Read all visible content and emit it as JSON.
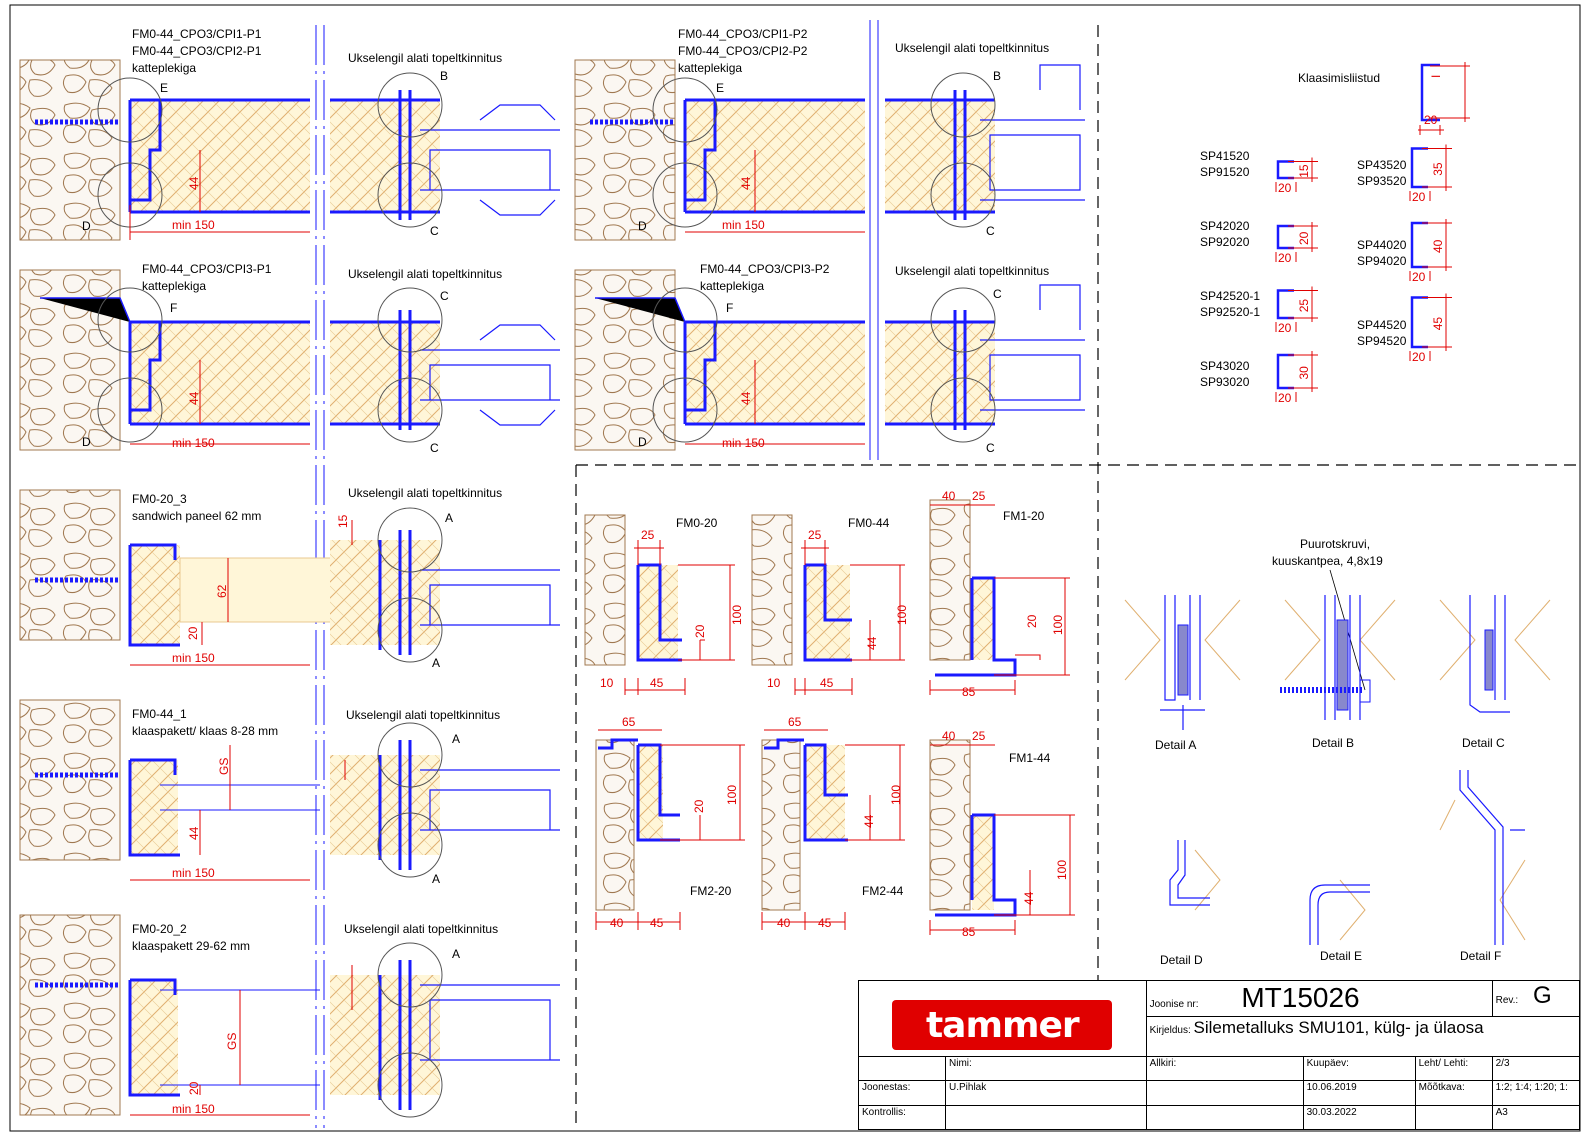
{
  "sections": {
    "p1_title": [
      "FM0-44_CPO3/CPI1-P1",
      "FM0-44_CPO3/CPI2-P1",
      "katteplekiga"
    ],
    "p2_title": [
      "FM0-44_CPO3/CPI1-P2",
      "FM0-44_CPO3/CPI2-P2",
      "katteplekiga"
    ],
    "p3_title": [
      "FM0-44_CPO3/CPI3-P1",
      "katteplekiga"
    ],
    "p4_title": [
      "FM0-44_CPO3/CPI3-P2",
      "katteplekiga"
    ],
    "p5_title": [
      "FM0-20_3",
      "sandwich paneel 62 mm"
    ],
    "p6_title": [
      "FM0-44_1",
      "klaaspakett/ klaas 8-28 mm"
    ],
    "p7_title": [
      "FM0-20_2",
      "klaaspakett 29-62 mm"
    ],
    "door_note": "Ukselengil alati topeltkinnitus",
    "min_dim": "min 150"
  },
  "circle_labels": {
    "B": "B",
    "C": "C",
    "D": "D",
    "E": "E",
    "F": "F",
    "A": "A"
  },
  "dims": {
    "d44": "44",
    "d62": "62",
    "d20": "20",
    "d15": "15",
    "gs": "GS"
  },
  "klaasimisliistud": {
    "title": "Klaasimisliistud",
    "left": [
      {
        "codes": [
          "SP41520",
          "SP91520"
        ],
        "h": "15",
        "w": "20"
      },
      {
        "codes": [
          "SP42020",
          "SP92020"
        ],
        "h": "20",
        "w": "20"
      },
      {
        "codes": [
          "SP42520-1",
          "SP92520-1"
        ],
        "h": "25",
        "w": "20"
      },
      {
        "codes": [
          "SP43020",
          "SP93020"
        ],
        "h": "30",
        "w": "20"
      }
    ],
    "right": [
      {
        "codes": [
          "SP43520",
          "SP93520"
        ],
        "h": "35",
        "w": "20"
      },
      {
        "codes": [
          "SP44020",
          "SP94020"
        ],
        "h": "40",
        "w": "20"
      },
      {
        "codes": [
          "SP44520",
          "SP94520"
        ],
        "h": "45",
        "w": "20"
      }
    ],
    "top_dims": {
      "h": "I",
      "w": "20"
    }
  },
  "profiles": {
    "fm0_20": {
      "name": "FM0-20",
      "d25": "25",
      "d100": "100",
      "d20": "20",
      "d10": "10",
      "d45": "45"
    },
    "fm0_44": {
      "name": "FM0-44",
      "d25": "25",
      "d100": "100",
      "d44": "44",
      "d10": "10",
      "d45": "45"
    },
    "fm1_20": {
      "name": "FM1-20",
      "d40": "40",
      "d25": "25",
      "d20": "20",
      "d100": "100",
      "d85": "85"
    },
    "fm2_20": {
      "name": "FM2-20",
      "d65": "65",
      "d100": "100",
      "d20": "20",
      "d40": "40",
      "d45": "45"
    },
    "fm2_44": {
      "name": "FM2-44",
      "d65": "65",
      "d100": "100",
      "d44": "44",
      "d40": "40",
      "d45": "45"
    },
    "fm1_44": {
      "name": "FM1-44",
      "d40": "40",
      "d25": "25",
      "d100": "100",
      "d44": "44",
      "d85": "85"
    }
  },
  "details": {
    "screw_note": [
      "Puurotskruvi,",
      "kuuskantpea, 4,8x19"
    ],
    "labels": [
      "Detail A",
      "Detail B",
      "Detail C",
      "Detail D",
      "Detail E",
      "Detail F"
    ]
  },
  "titleblock": {
    "logo": "tammer",
    "joonise_label": "Joonise nr:",
    "joonise_nr": "MT15026",
    "rev_label": "Rev.:",
    "rev": "G",
    "kirjeldus_label": "Kirjeldus:",
    "kirjeldus": "Silemetalluks SMU101, külg- ja ülaosa",
    "nimi_label": "Nimi:",
    "allkiri_label": "Allkiri:",
    "kuupaev_label": "Kuupäev:",
    "leht_label": "Leht/ Lehti:",
    "leht": "2/3",
    "joonestas_label": "Joonestas:",
    "joonestas": "U.Pihlak",
    "date1": "10.06.2019",
    "mootkava_label": "Mõõtkava:",
    "mootkava": "1:2; 1:4; 1:20; 1:",
    "kontrollis_label": "Kontrollis:",
    "date2": "30.03.2022",
    "format": "A3"
  }
}
